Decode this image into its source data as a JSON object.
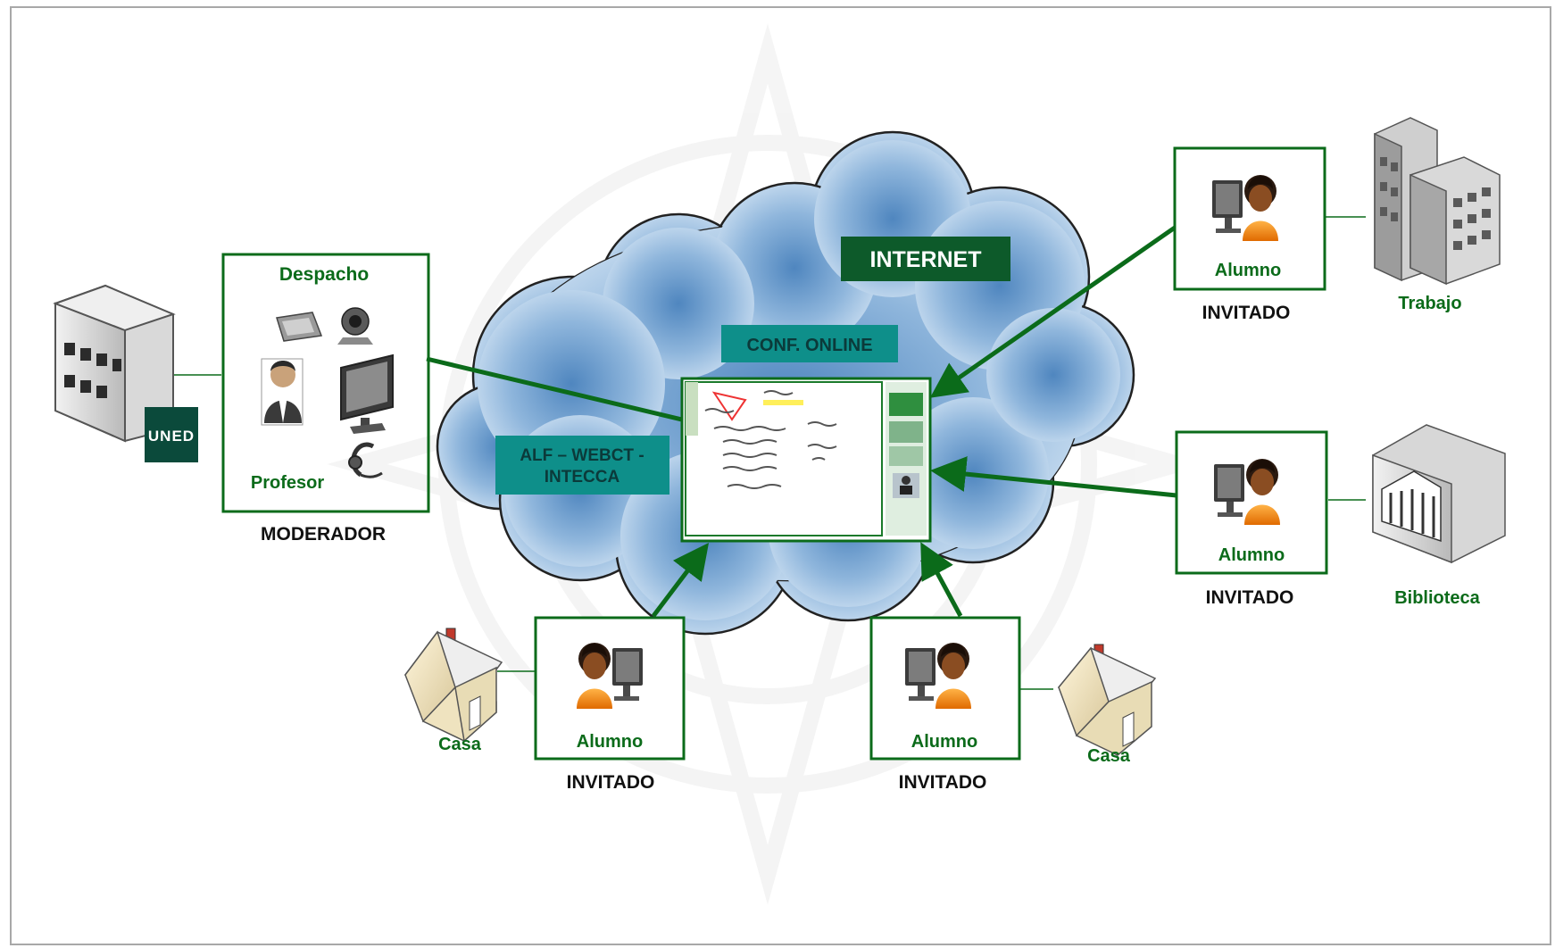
{
  "colors": {
    "green": "#0b6b1a",
    "dark_green": "#0d5a2a",
    "teal": "#0e8f8a",
    "cloud_light": "#cfe2f3",
    "cloud_dark": "#5b90c4",
    "uned": "#0b4a3b"
  },
  "labels": {
    "internet": "INTERNET",
    "conf_online": "CONF. ONLINE",
    "platform_line1": "ALF – WEBCT -",
    "platform_line2": "INTECCA",
    "despacho": "Despacho",
    "profesor": "Profesor",
    "moderador": "MODERADOR",
    "uned": "UNED",
    "alumno": "Alumno",
    "invitado": "INVITADO",
    "trabajo": "Trabajo",
    "biblioteca": "Biblioteca",
    "casa": "Casa"
  },
  "icons": [
    "building-icon",
    "graphics-tablet-icon",
    "webcam-icon",
    "teacher-icon",
    "monitor-icon",
    "headset-icon",
    "student-icon",
    "office-building-icon",
    "library-icon",
    "house-icon",
    "screen-thumbnail-icon"
  ]
}
